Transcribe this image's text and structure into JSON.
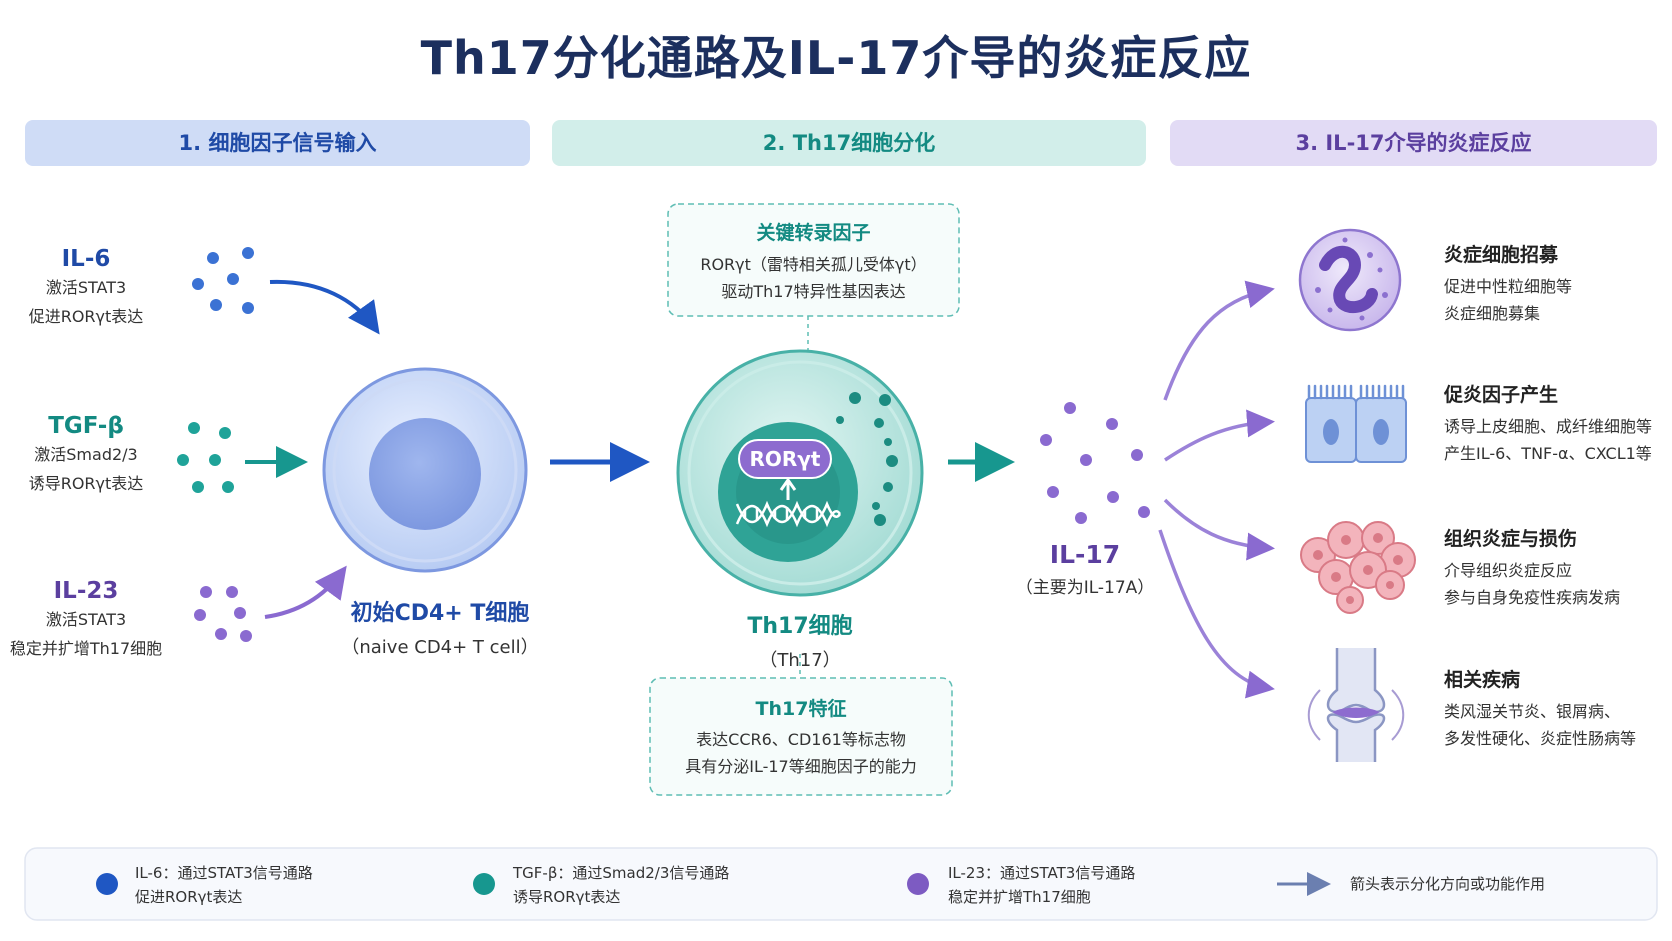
{
  "title": "Th17分化通路及IL-17介导的炎症反应",
  "sections": [
    {
      "label": "1. 细胞因子信号输入"
    },
    {
      "label": "2. Th17细胞分化"
    },
    {
      "label": "3. IL-17介导的炎症反应"
    }
  ],
  "inputs": [
    {
      "name": "IL-6",
      "lines": [
        "激活STAT3",
        "促进RORγt表达"
      ]
    },
    {
      "name": "TGF-β",
      "lines": [
        "激活Smad2/3",
        "诱导RORγt表达"
      ]
    },
    {
      "name": "IL-23",
      "lines": [
        "激活STAT3",
        "稳定并扩增Th17细胞"
      ]
    }
  ],
  "naive_cell": {
    "name": "初始CD4+ T细胞",
    "sub": "（naive CD4+ T cell）"
  },
  "key_factor": {
    "title": "关键转录因子",
    "lines": [
      "RORγt（雷特相关孤儿受体γt）",
      "驱动Th17特异性基因表达"
    ]
  },
  "th17_cell": {
    "name": "Th17细胞",
    "sub": "（Th17）",
    "nucleus_label": "RORγt"
  },
  "th17_features": {
    "title": "Th17特征",
    "lines": [
      "表达CCR6、CD161等标志物",
      "具有分泌IL-17等细胞因子的能力"
    ]
  },
  "il17": {
    "name": "IL-17",
    "sub": "（主要为IL-17A）"
  },
  "effects": [
    {
      "title": "炎症细胞招募",
      "lines": [
        "促进中性粒细胞等",
        "炎症细胞募集"
      ],
      "icon": "neutrophil-icon"
    },
    {
      "title": "促炎因子产生",
      "lines": [
        "诱导上皮细胞、成纤维细胞等",
        "产生IL-6、TNF-α、CXCL1等"
      ],
      "icon": "epithelial-cells-icon"
    },
    {
      "title": "组织炎症与损伤",
      "lines": [
        "介导组织炎症反应",
        "参与自身免疫性疾病发病"
      ],
      "icon": "damaged-tissue-icon"
    },
    {
      "title": "相关疾病",
      "lines": [
        "类风湿关节炎、银屑病、",
        "多发性硬化、炎症性肠病等"
      ],
      "icon": "joint-icon"
    }
  ],
  "legend": [
    {
      "lines": [
        "IL-6：通过STAT3信号通路",
        "促进RORγt表达"
      ],
      "color": "#1f57c3"
    },
    {
      "lines": [
        "TGF-β：通过Smad2/3信号通路",
        "诱导RORγt表达"
      ],
      "color": "#17978f"
    },
    {
      "lines": [
        "IL-23：通过STAT3信号通路",
        "稳定并扩增Th17细胞"
      ],
      "color": "#7d5bc2"
    },
    {
      "lines": [
        "箭头表示分化方向或功能作用"
      ],
      "color": "#6b7fb0"
    }
  ],
  "colors": {
    "il6": "#1f57c3",
    "tgfb": "#17978f",
    "il23": "#7d5bc2",
    "title": "#1c2f5e"
  }
}
